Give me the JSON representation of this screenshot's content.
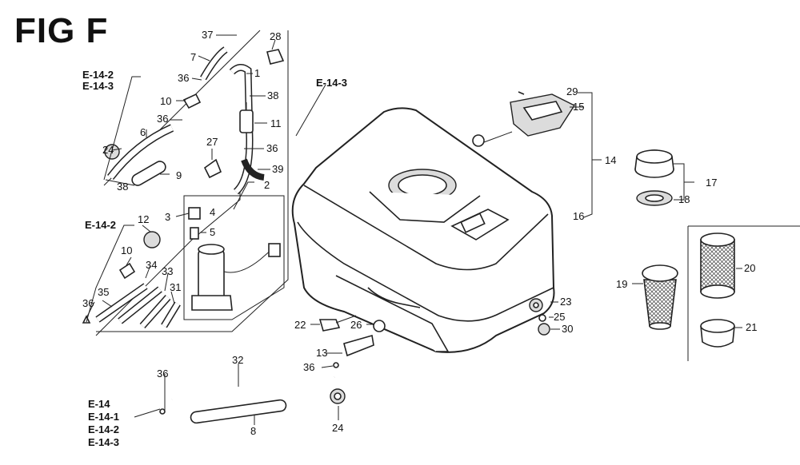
{
  "figure": {
    "title": "FIG F"
  },
  "ref_codes": {
    "top_left": [
      "E-14-2",
      "E-14-3"
    ],
    "mid_left": [
      "E-14-2"
    ],
    "top_center": [
      "E-14-3"
    ],
    "bottom_left": [
      "E-14",
      "E-14-1",
      "E-14-2",
      "E-14-3"
    ]
  },
  "callouts": [
    "1",
    "2",
    "3",
    "4",
    "5",
    "6",
    "7",
    "8",
    "9",
    "10",
    "10",
    "11",
    "12",
    "13",
    "14",
    "15",
    "16",
    "17",
    "18",
    "19",
    "20",
    "21",
    "22",
    "23",
    "24",
    "24",
    "25",
    "26",
    "27",
    "28",
    "29",
    "30",
    "31",
    "32",
    "33",
    "34",
    "35",
    "36",
    "36",
    "36",
    "36",
    "36",
    "36",
    "37",
    "38",
    "38",
    "39"
  ]
}
